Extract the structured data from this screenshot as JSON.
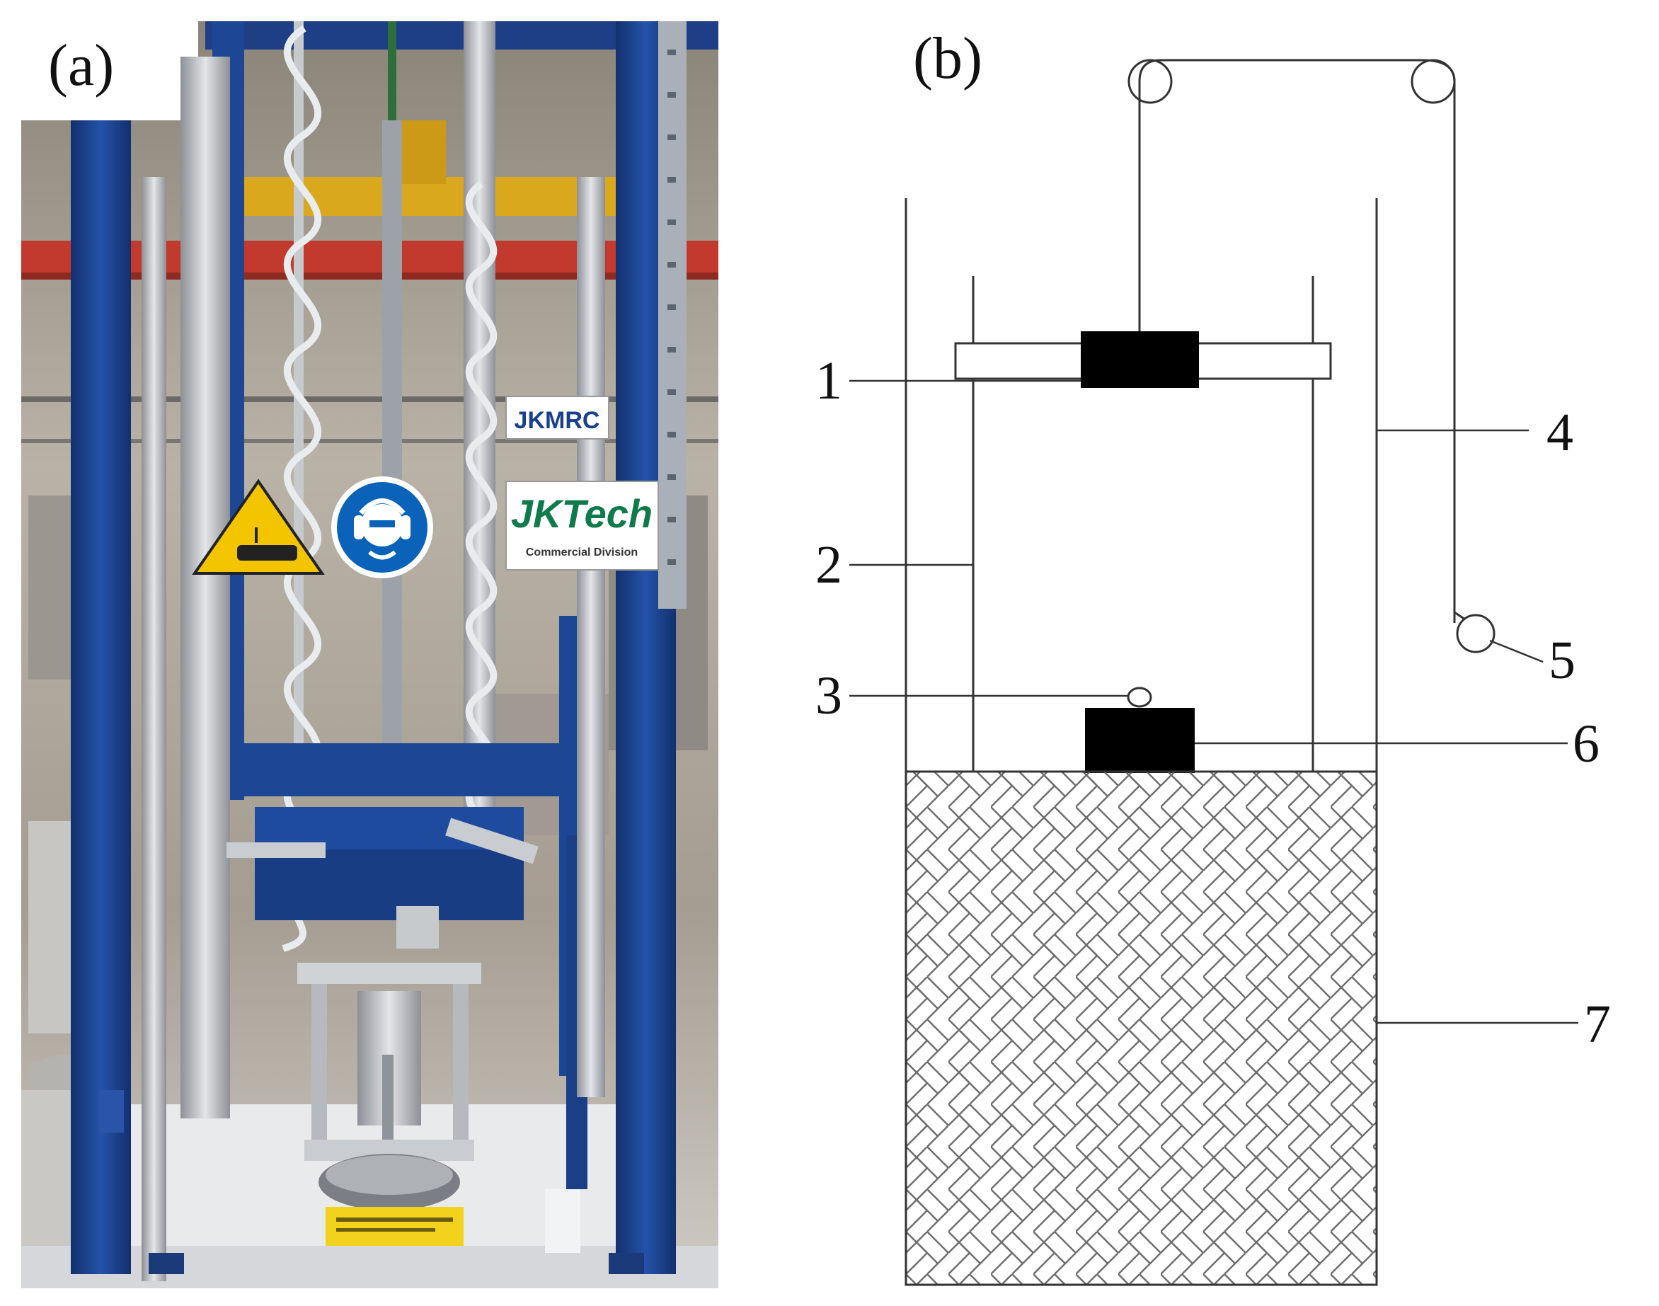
{
  "panel_a": {
    "label": "(a)",
    "signs": {
      "jkmrc": "JKMRC",
      "jktech_main": "JKTech",
      "jktech_sub": "Commercial Division"
    }
  },
  "panel_b": {
    "label": "(b)",
    "callouts": [
      "1",
      "2",
      "3",
      "4",
      "5",
      "6",
      "7"
    ]
  },
  "colors": {
    "frame_blue": "#1a3f8c",
    "steel": "#b9bcc0",
    "warning_yellow": "#f2c500",
    "mandatory_blue": "#0a63b8",
    "jktech_green": "#0f7a4b",
    "black_block": "#000000",
    "hatch_line": "#6e6e6e"
  },
  "icons": [
    "warning-sign-icon",
    "ear-protection-icon"
  ]
}
